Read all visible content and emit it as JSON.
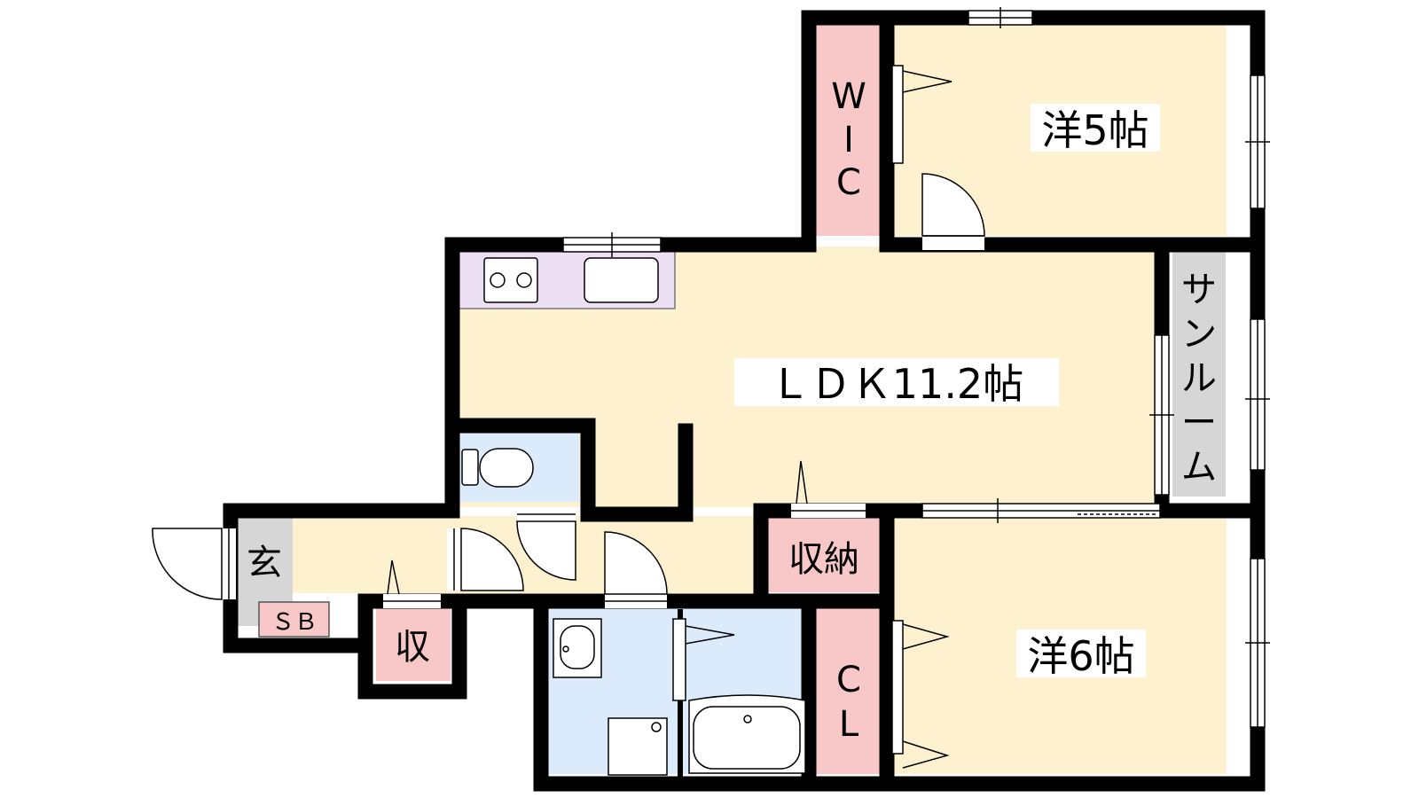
{
  "floor_plan": {
    "rooms": {
      "western_5": "洋5帖",
      "wic": "WIC",
      "sunroom": "サンルーム",
      "ldk": "ＬＤＫ11.2帖",
      "storage": "収納",
      "western_6": "洋6帖",
      "closet": "CL",
      "entrance": "玄",
      "shoe_box": "ＳＢ",
      "small_storage": "収"
    },
    "colors": {
      "room_floor": "#fdf1d0",
      "storage_floor": "#f8c7c7",
      "wet_area_floor": "#dcebfb",
      "kitchen_counter": "#eee0f4",
      "sunroom_floor": "#d6d6d6",
      "entrance_floor": "#d6d6d6",
      "wall": "#000000"
    }
  }
}
